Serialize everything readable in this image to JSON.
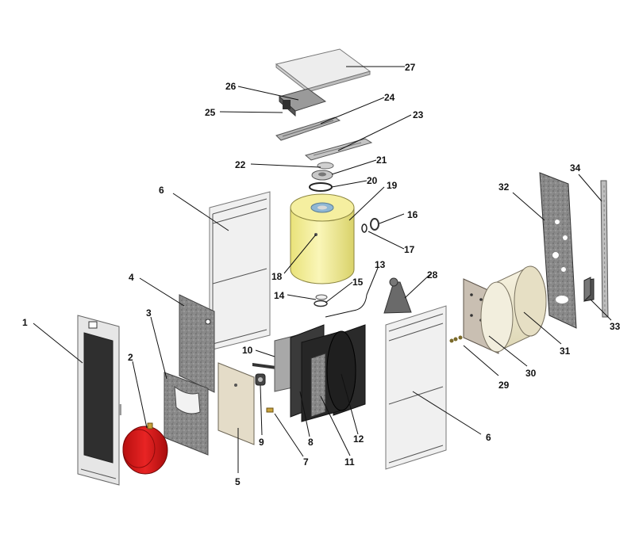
{
  "diagram": {
    "colors": {
      "panel_fill": "#ececec",
      "panel_edge": "#707070",
      "insulation": "#8a8a8a",
      "tank_yellow": "#f3ee97",
      "expansion_red": "#d81818",
      "cream": "#f1ecd3",
      "dark": "#2c2c2c"
    },
    "labels": {
      "l1": "1",
      "l2": "2",
      "l3": "3",
      "l4": "4",
      "l5": "5",
      "l6a": "6",
      "l6b": "6",
      "l7": "7",
      "l8": "8",
      "l9": "9",
      "l10": "10",
      "l11": "11",
      "l12": "12",
      "l13": "13",
      "l14": "14",
      "l15": "15",
      "l16": "16",
      "l17": "17",
      "l18": "18",
      "l19": "19",
      "l20": "20",
      "l21": "21",
      "l22": "22",
      "l23": "23",
      "l24": "24",
      "l25": "25",
      "l26": "26",
      "l27": "27",
      "l28": "28",
      "l29": "29",
      "l30": "30",
      "l31": "31",
      "l32": "32",
      "l33": "33",
      "l34": "34"
    }
  }
}
